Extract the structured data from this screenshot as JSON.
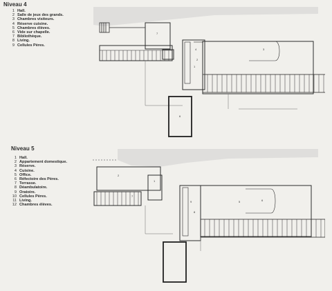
{
  "level4": {
    "title": "Niveau 4",
    "legend": [
      {
        "num": "1",
        "label": "Hall."
      },
      {
        "num": "2",
        "label": "Salle de jeux des grands."
      },
      {
        "num": "3",
        "label": "Chambres visiteurs."
      },
      {
        "num": "4",
        "label": "Réserve cuisine."
      },
      {
        "num": "5",
        "label": "Chambres élèves."
      },
      {
        "num": "6",
        "label": "Vide sur chapelle."
      },
      {
        "num": "7",
        "label": "Bibliothèque."
      },
      {
        "num": "8",
        "label": "Living."
      },
      {
        "num": "9",
        "label": "Cellules Pères."
      }
    ],
    "plan_marks": [
      "7",
      "1",
      "2",
      "4",
      "3",
      "6"
    ]
  },
  "level5": {
    "title": "Niveau 5",
    "legend": [
      {
        "num": "1",
        "label": "Hall."
      },
      {
        "num": "2",
        "label": "Appartement domestique."
      },
      {
        "num": "3",
        "label": "Réserve."
      },
      {
        "num": "4",
        "label": "Cuisine."
      },
      {
        "num": "5",
        "label": "Office."
      },
      {
        "num": "6",
        "label": "Réfectoire des Pères."
      },
      {
        "num": "7",
        "label": "Terrasse."
      },
      {
        "num": "8",
        "label": "Déambulatoire."
      },
      {
        "num": "9",
        "label": "Oratoire."
      },
      {
        "num": "10",
        "label": "Cellules Pères."
      },
      {
        "num": "11",
        "label": "Living."
      },
      {
        "num": "12",
        "label": "Chambres élèves."
      }
    ],
    "plan_marks": [
      "2",
      "1",
      "8",
      "9",
      "5",
      "6",
      "7"
    ]
  },
  "colors": {
    "ink": "#2b2b2b",
    "hatch": "#bdbdbd",
    "paper": "#f1f0ec"
  }
}
